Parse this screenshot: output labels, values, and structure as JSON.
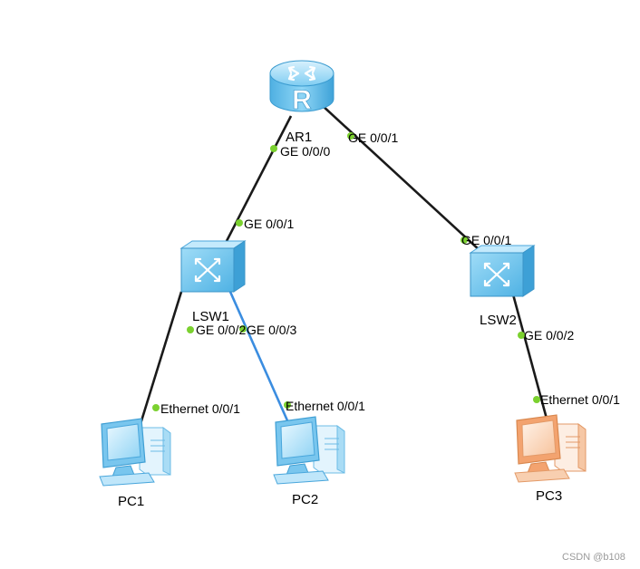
{
  "diagram": {
    "nodes": [
      {
        "id": "AR1",
        "label": "AR1",
        "type": "router",
        "icon": "router-icon",
        "icon_letter": "R"
      },
      {
        "id": "LSW1",
        "label": "LSW1",
        "type": "switch",
        "icon": "switch-icon"
      },
      {
        "id": "LSW2",
        "label": "LSW2",
        "type": "switch",
        "icon": "switch-icon"
      },
      {
        "id": "PC1",
        "label": "PC1",
        "type": "pc",
        "icon": "pc-icon",
        "color": "#79c6ee"
      },
      {
        "id": "PC2",
        "label": "PC2",
        "type": "pc",
        "icon": "pc-icon",
        "color": "#79c6ee"
      },
      {
        "id": "PC3",
        "label": "PC3",
        "type": "pc",
        "icon": "pc-icon",
        "color": "#f3a36f"
      }
    ],
    "links": [
      {
        "from": "AR1",
        "from_port": "GE 0/0/0",
        "to": "LSW1",
        "to_port": "GE 0/0/1",
        "color": "#1a1a1a"
      },
      {
        "from": "AR1",
        "from_port": "GE 0/0/1",
        "to": "LSW2",
        "to_port": "GE 0/0/1",
        "color": "#1a1a1a"
      },
      {
        "from": "LSW1",
        "from_port": "GE 0/0/2",
        "to": "PC1",
        "to_port": "Ethernet 0/0/1",
        "color": "#1a1a1a"
      },
      {
        "from": "LSW1",
        "from_port": "GE 0/0/3",
        "to": "PC2",
        "to_port": "Ethernet 0/0/1",
        "color": "#3b8de0"
      },
      {
        "from": "LSW2",
        "from_port": "GE 0/0/2",
        "to": "PC3",
        "to_port": "Ethernet 0/0/1",
        "color": "#1a1a1a"
      }
    ],
    "port_dot_color": "#7bd12f"
  },
  "watermark": "CSDN @b108"
}
